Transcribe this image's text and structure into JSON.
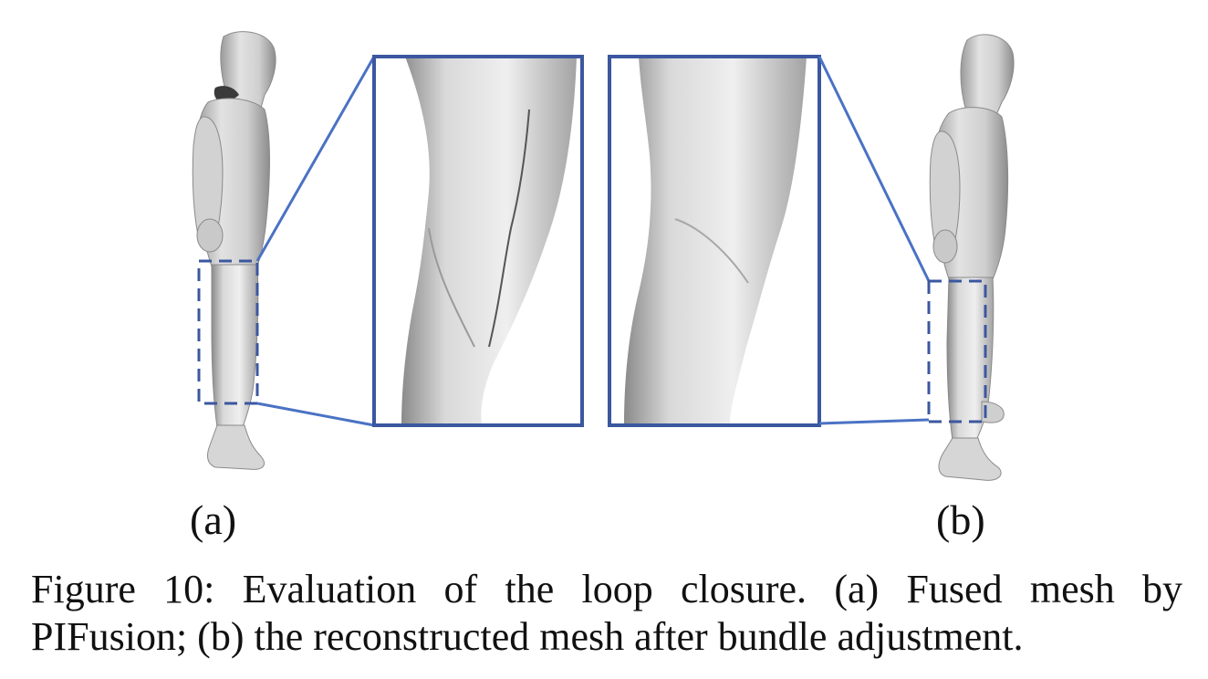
{
  "panels": {
    "a": {
      "label": "(a)"
    },
    "b": {
      "label": "(b)"
    }
  },
  "caption": {
    "line1": "Figure 10:  Evaluation of the loop closure.  (a) Fused mesh by",
    "line2": "PIFusion; (b) the reconstructed mesh after bundle adjustment."
  },
  "colors": {
    "frame": "#3b57a0",
    "connector": "#4a72c4",
    "mesh_light": "#e6e6e6",
    "mesh_mid": "#c4c4c4",
    "mesh_dark": "#8f8f8f"
  }
}
